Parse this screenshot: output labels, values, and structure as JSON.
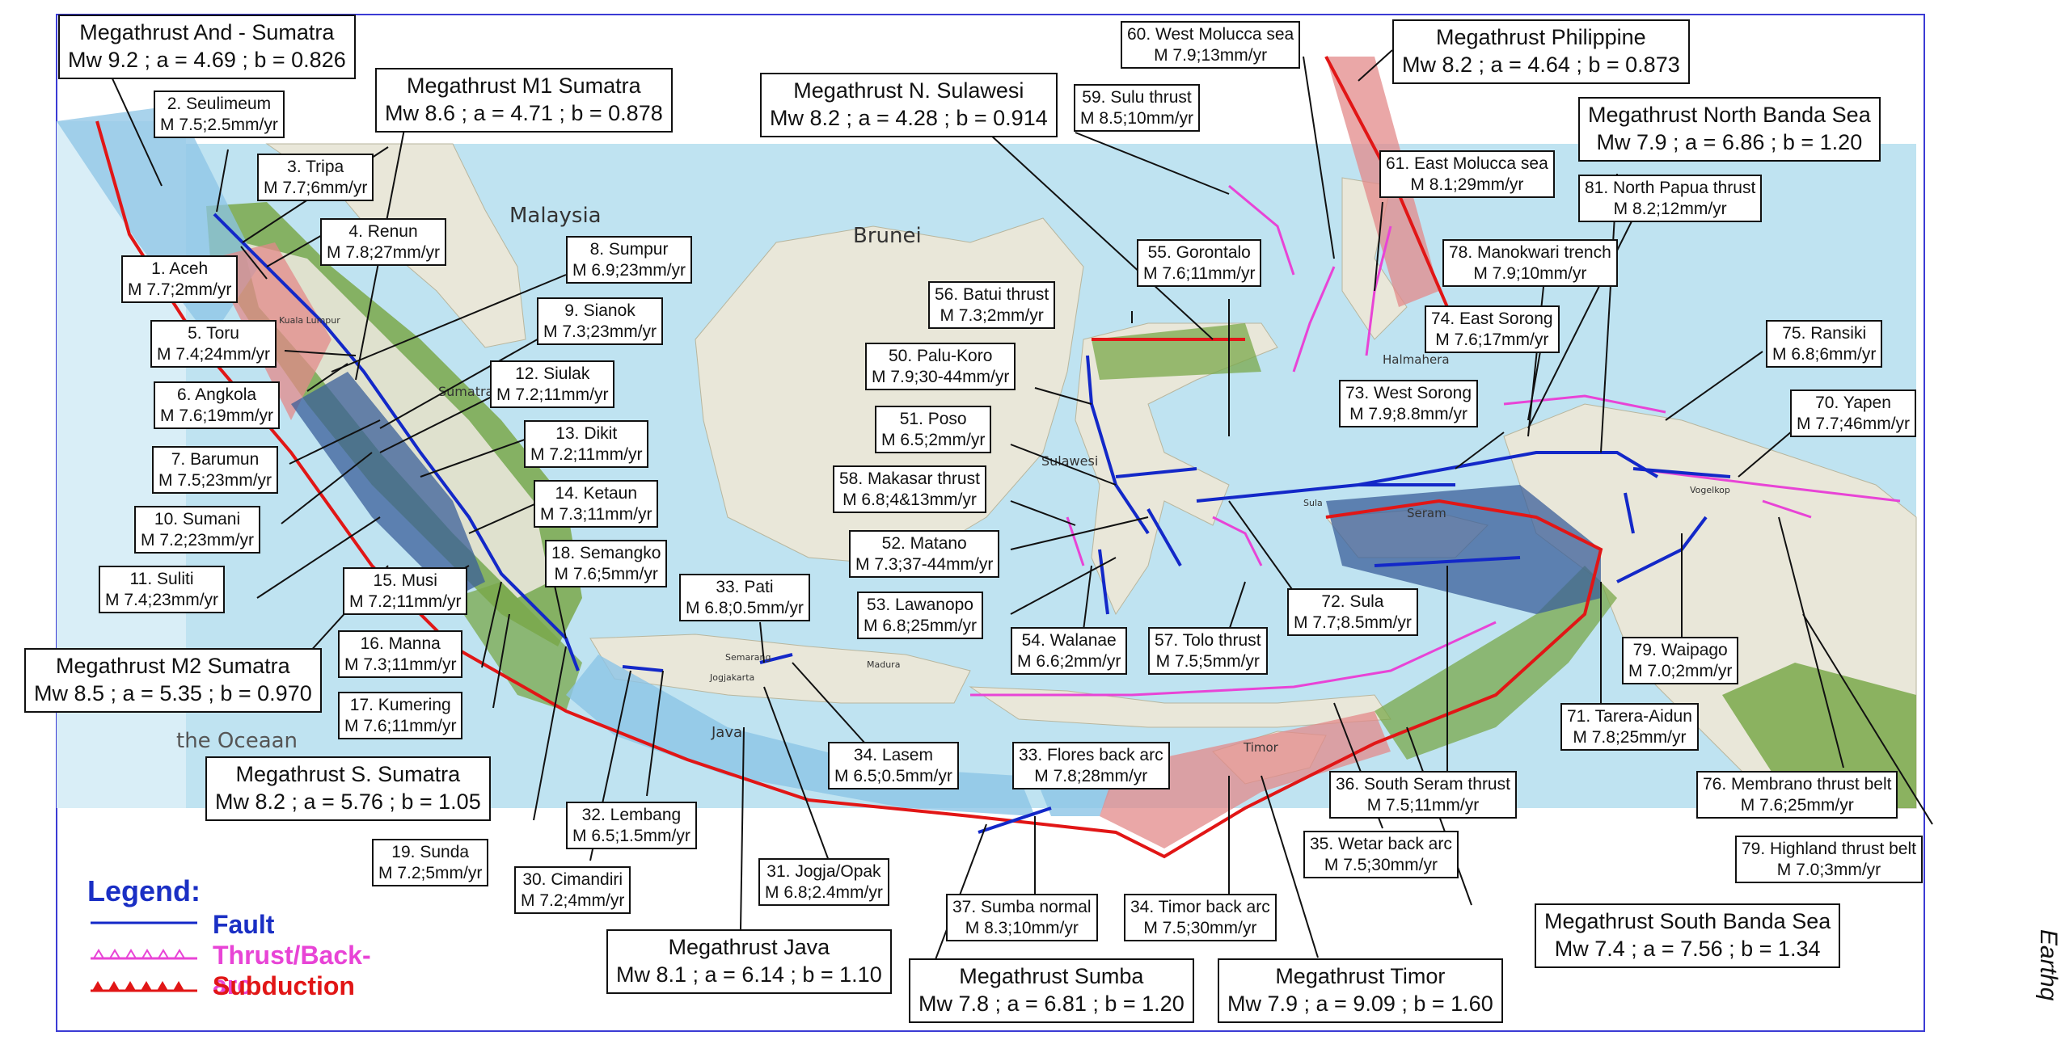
{
  "figure": {
    "side_caption": "Earthq",
    "colors": {
      "fault": "#1328c8",
      "thrust": "#e844d6",
      "subduction": "#e11616",
      "sea": "#bfe3f1",
      "land": "#e9e7d9",
      "megathrust_blue": "#3b5f99",
      "megathrust_green": "#7aa84a",
      "megathrust_red": "#e38a8a",
      "megathrust_lightblue": "#8cc4e6"
    }
  },
  "map": {
    "place_names": [
      "Malaysia",
      "Brunei",
      "Sumatra",
      "Sulawesi",
      "Java",
      "the Oceaan",
      "Halmahera",
      "Seram",
      "Timor",
      "Kuala Lumpur",
      "Jogjakarta",
      "Semarang",
      "Madura",
      "Sula",
      "Vogelkop"
    ]
  },
  "legend": {
    "title": "Legend:",
    "items": [
      {
        "label": "Fault",
        "kind": "fault"
      },
      {
        "label": "Thrust/Back-arc",
        "kind": "thrust"
      },
      {
        "label": "Subduction",
        "kind": "subduction"
      }
    ]
  },
  "labels": [
    {
      "id": "megathrust-and-sumatra",
      "type": "mega",
      "l1": "Megathrust And - Sumatra",
      "l2": "Mw 9.2 ; a = 4.69 ; b = 0.826"
    },
    {
      "id": "seulimeum",
      "type": "fault",
      "l1": "2. Seulimeum",
      "l2": "M 7.5;2.5mm/yr"
    },
    {
      "id": "megathrust-m1-sumatra",
      "type": "mega",
      "l1": "Megathrust M1 Sumatra",
      "l2": "Mw 8.6 ; a = 4.71 ; b = 0.878"
    },
    {
      "id": "tripa",
      "type": "fault",
      "l1": "3. Tripa",
      "l2": "M 7.7;6mm/yr"
    },
    {
      "id": "renun",
      "type": "fault",
      "l1": "4. Renun",
      "l2": "M 7.8;27mm/yr"
    },
    {
      "id": "aceh",
      "type": "fault",
      "l1": "1. Aceh",
      "l2": "M 7.7;2mm/yr"
    },
    {
      "id": "sumpur",
      "type": "fault",
      "l1": "8. Sumpur",
      "l2": "M 6.9;23mm/yr"
    },
    {
      "id": "sianok",
      "type": "fault",
      "l1": "9. Sianok",
      "l2": "M 7.3;23mm/yr"
    },
    {
      "id": "toru",
      "type": "fault",
      "l1": "5. Toru",
      "l2": "M 7.4;24mm/yr"
    },
    {
      "id": "siulak",
      "type": "fault",
      "l1": "12. Siulak",
      "l2": "M 7.2;11mm/yr"
    },
    {
      "id": "angkola",
      "type": "fault",
      "l1": "6. Angkola",
      "l2": "M 7.6;19mm/yr"
    },
    {
      "id": "dikit",
      "type": "fault",
      "l1": "13. Dikit",
      "l2": "M 7.2;11mm/yr"
    },
    {
      "id": "barumun",
      "type": "fault",
      "l1": "7. Barumun",
      "l2": "M 7.5;23mm/yr"
    },
    {
      "id": "ketaun",
      "type": "fault",
      "l1": "14. Ketaun",
      "l2": "M 7.3;11mm/yr"
    },
    {
      "id": "sumani",
      "type": "fault",
      "l1": "10. Sumani",
      "l2": "M 7.2;23mm/yr"
    },
    {
      "id": "semangko",
      "type": "fault",
      "l1": "18. Semangko",
      "l2": "M 7.6;5mm/yr"
    },
    {
      "id": "suliti",
      "type": "fault",
      "l1": "11. Suliti",
      "l2": "M 7.4;23mm/yr"
    },
    {
      "id": "musi",
      "type": "fault",
      "l1": "15. Musi",
      "l2": "M 7.2;11mm/yr"
    },
    {
      "id": "pati",
      "type": "fault",
      "l1": "33. Pati",
      "l2": "M 6.8;0.5mm/yr"
    },
    {
      "id": "megathrust-m2-sumatra",
      "type": "mega",
      "l1": "Megathrust M2 Sumatra",
      "l2": "Mw 8.5 ; a = 5.35 ; b = 0.970"
    },
    {
      "id": "manna",
      "type": "fault",
      "l1": "16. Manna",
      "l2": "M 7.3;11mm/yr"
    },
    {
      "id": "kumering",
      "type": "fault",
      "l1": "17. Kumering",
      "l2": "M 7.6;11mm/yr"
    },
    {
      "id": "megathrust-s-sumatra",
      "type": "mega",
      "l1": "Megathrust S. Sumatra",
      "l2": "Mw 8.2 ; a = 5.76 ; b = 1.05"
    },
    {
      "id": "lasem",
      "type": "fault",
      "l1": "34. Lasem",
      "l2": "M 6.5;0.5mm/yr"
    },
    {
      "id": "flores",
      "type": "fault",
      "l1": "33. Flores back arc",
      "l2": "M 7.8;28mm/yr"
    },
    {
      "id": "lembang",
      "type": "fault",
      "l1": "32. Lembang",
      "l2": "M 6.5;1.5mm/yr"
    },
    {
      "id": "sunda",
      "type": "fault",
      "l1": "19. Sunda",
      "l2": "M 7.2;5mm/yr"
    },
    {
      "id": "cimandiri",
      "type": "fault",
      "l1": "30. Cimandiri",
      "l2": "M 7.2;4mm/yr"
    },
    {
      "id": "jogja",
      "type": "fault",
      "l1": "31. Jogja/Opak",
      "l2": "M 6.8;2.4mm/yr"
    },
    {
      "id": "megathrust-java",
      "type": "mega",
      "l1": "Megathrust Java",
      "l2": "Mw 8.1 ; a = 6.14 ; b = 1.10"
    },
    {
      "id": "sumba-normal",
      "type": "fault",
      "l1": "37. Sumba normal",
      "l2": "M 8.3;10mm/yr"
    },
    {
      "id": "megathrust-sumba",
      "type": "mega",
      "l1": "Megathrust Sumba",
      "l2": "Mw 7.8 ; a = 6.81 ; b = 1.20"
    },
    {
      "id": "timor-back-arc",
      "type": "fault",
      "l1": "34. Timor back arc",
      "l2": "M 7.5;30mm/yr"
    },
    {
      "id": "megathrust-timor",
      "type": "mega",
      "l1": "Megathrust Timor",
      "l2": "Mw 7.9 ; a = 9.09 ; b = 1.60"
    },
    {
      "id": "megathrust-n-sulawesi",
      "type": "mega",
      "l1": "Megathrust N. Sulawesi",
      "l2": "Mw 8.2 ; a = 4.28 ; b = 0.914"
    },
    {
      "id": "west-molucca",
      "type": "fault",
      "l1": "60. West Molucca sea",
      "l2": "M 7.9;13mm/yr"
    },
    {
      "id": "sulu",
      "type": "fault",
      "l1": "59. Sulu thrust",
      "l2": "M 8.5;10mm/yr"
    },
    {
      "id": "megathrust-philippine",
      "type": "mega",
      "l1": "Megathrust Philippine",
      "l2": "Mw 8.2 ; a = 4.64 ; b = 0.873"
    },
    {
      "id": "megathrust-north-banda",
      "type": "mega",
      "l1": "Megathrust North Banda Sea",
      "l2": "Mw 7.9 ; a = 6.86 ; b = 1.20"
    },
    {
      "id": "east-molucca",
      "type": "fault",
      "l1": "61. East Molucca sea",
      "l2": "M 8.1;29mm/yr"
    },
    {
      "id": "north-papua",
      "type": "fault",
      "l1": "81. North Papua thrust",
      "l2": "M 8.2;12mm/yr"
    },
    {
      "id": "gorontalo",
      "type": "fault",
      "l1": "55. Gorontalo",
      "l2": "M 7.6;11mm/yr"
    },
    {
      "id": "manokwari",
      "type": "fault",
      "l1": "78. Manokwari trench",
      "l2": "M 7.9;10mm/yr"
    },
    {
      "id": "batui",
      "type": "fault",
      "l1": "56. Batui thrust",
      "l2": "M 7.3;2mm/yr"
    },
    {
      "id": "east-sorong",
      "type": "fault",
      "l1": "74. East Sorong",
      "l2": "M 7.6;17mm/yr"
    },
    {
      "id": "palu-koro",
      "type": "fault",
      "l1": "50. Palu-Koro",
      "l2": "M 7.9;30-44mm/yr"
    },
    {
      "id": "ransiki",
      "type": "fault",
      "l1": "75. Ransiki",
      "l2": "M 6.8;6mm/yr"
    },
    {
      "id": "west-sorong",
      "type": "fault",
      "l1": "73. West Sorong",
      "l2": "M 7.9;8.8mm/yr"
    },
    {
      "id": "yapen",
      "type": "fault",
      "l1": "70. Yapen",
      "l2": "M 7.7;46mm/yr"
    },
    {
      "id": "poso",
      "type": "fault",
      "l1": "51. Poso",
      "l2": "M 6.5;2mm/yr"
    },
    {
      "id": "makasar",
      "type": "fault",
      "l1": "58. Makasar thrust",
      "l2": "M 6.8;4&13mm/yr"
    },
    {
      "id": "matano",
      "type": "fault",
      "l1": "52. Matano",
      "l2": "M 7.3;37-44mm/yr"
    },
    {
      "id": "lawanopo",
      "type": "fault",
      "l1": "53. Lawanopo",
      "l2": "M 6.8;25mm/yr"
    },
    {
      "id": "sula",
      "type": "fault",
      "l1": "72. Sula",
      "l2": "M 7.7;8.5mm/yr"
    },
    {
      "id": "walanae",
      "type": "fault",
      "l1": "54. Walanae",
      "l2": "M 6.6;2mm/yr"
    },
    {
      "id": "tolo",
      "type": "fault",
      "l1": "57. Tolo thrust",
      "l2": "M 7.5;5mm/yr"
    },
    {
      "id": "waipago",
      "type": "fault",
      "l1": "79. Waipago",
      "l2": "M 7.0;2mm/yr"
    },
    {
      "id": "tarera-aidun",
      "type": "fault",
      "l1": "71. Tarera-Aidun",
      "l2": "M 7.8;25mm/yr"
    },
    {
      "id": "south-seram",
      "type": "fault",
      "l1": "36. South Seram thrust",
      "l2": "M 7.5;11mm/yr"
    },
    {
      "id": "membrano",
      "type": "fault",
      "l1": "76. Membrano thrust belt",
      "l2": "M 7.6;25mm/yr"
    },
    {
      "id": "wetar",
      "type": "fault",
      "l1": "35. Wetar back arc",
      "l2": "M 7.5;30mm/yr"
    },
    {
      "id": "highland",
      "type": "fault",
      "l1": "79. Highland thrust belt",
      "l2": "M 7.0;3mm/yr"
    },
    {
      "id": "megathrust-south-banda",
      "type": "mega",
      "l1": "Megathrust South Banda Sea",
      "l2": "Mw 7.4 ; a = 7.56 ; b = 1.34"
    }
  ]
}
